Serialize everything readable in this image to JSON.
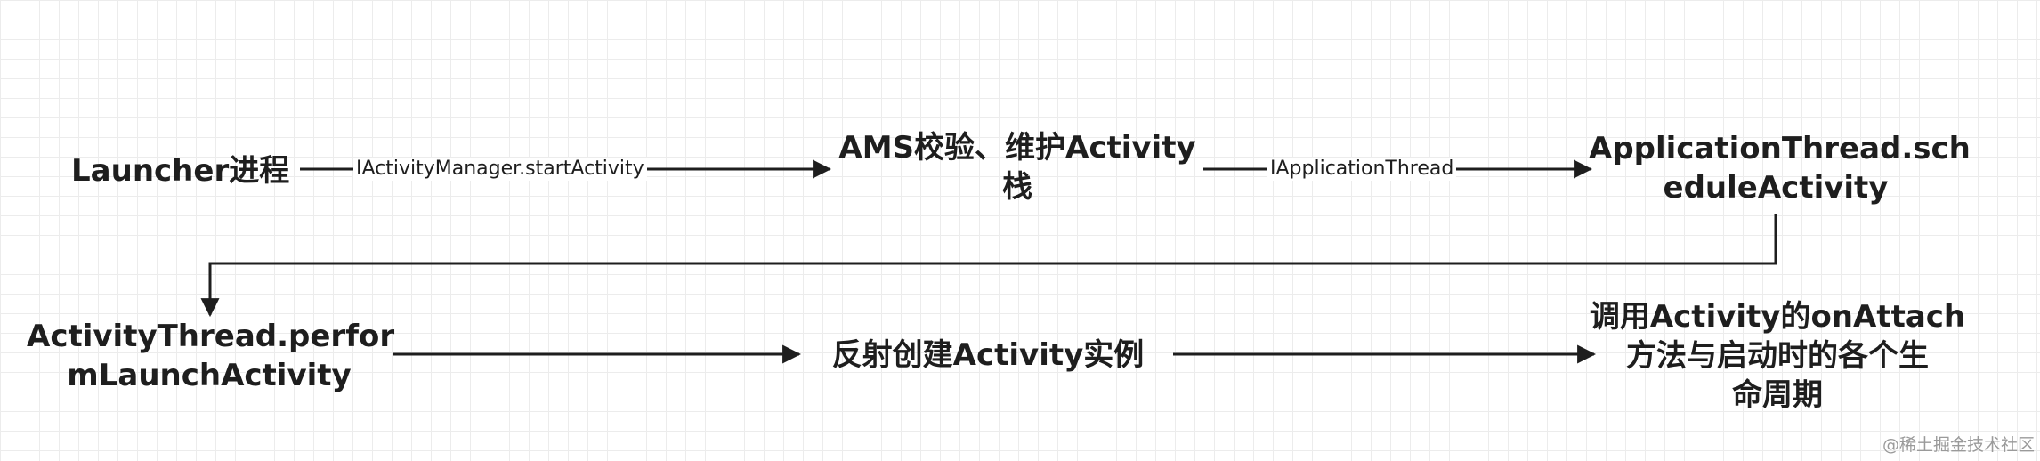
{
  "nodes": {
    "launcher": "Launcher进程",
    "ams_line1": "AMS校验、维护Activity",
    "ams_line2": "栈",
    "app_thread_line1": "ApplicationThread.sch",
    "app_thread_line2": "eduleActivity",
    "activity_thread_line1": "ActivityThread.perfor",
    "activity_thread_line2": "mLaunchActivity",
    "reflect": "反射创建Activity实例",
    "lifecycle_line1": "调用Activity的onAttach",
    "lifecycle_line2": "方法与启动时的各个生",
    "lifecycle_line3": "命周期"
  },
  "edges": {
    "launcher_to_ams": "IActivityManager.startActivity",
    "ams_to_app_thread": "IApplicationThread"
  },
  "watermark": "@稀土掘金技术社区"
}
